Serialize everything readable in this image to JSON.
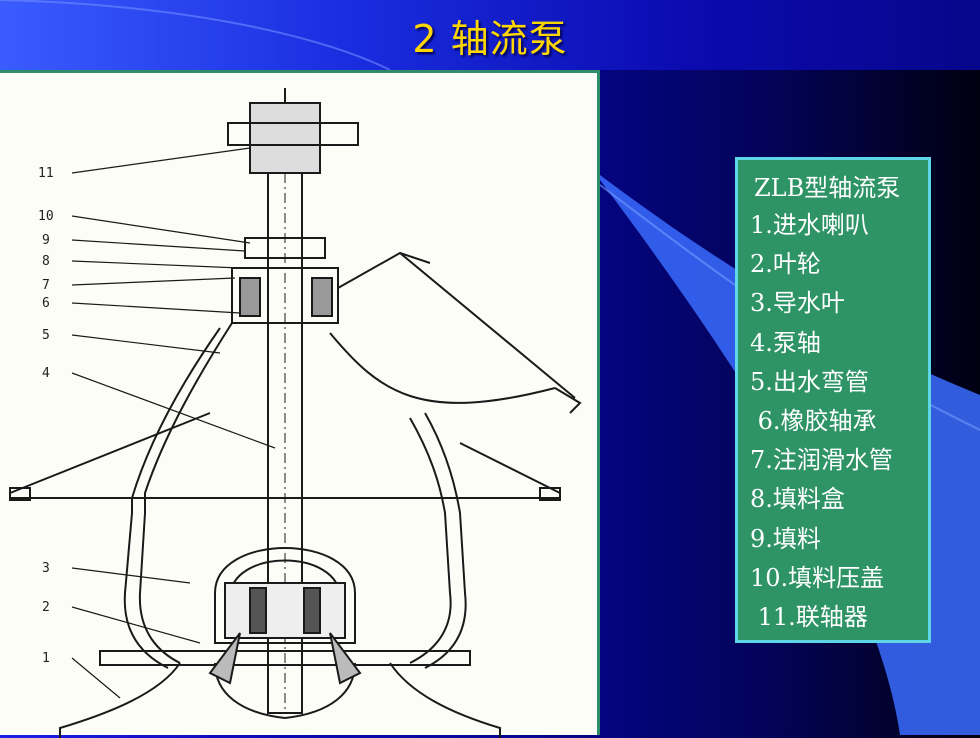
{
  "slide": {
    "title": "2 轴流泵"
  },
  "figure": {
    "callouts": [
      "11",
      "10",
      "9",
      "8",
      "7",
      "6",
      "5",
      "4",
      "3",
      "2",
      "1"
    ]
  },
  "legend": {
    "title": "ZLB型轴流泵",
    "items": [
      "1.进水喇叭",
      "2.叶轮",
      "3.导水叶",
      "4.泵轴",
      "5.出水弯管",
      " 6.橡胶轴承",
      "7.注润滑水管",
      "8.填料盒",
      "9.填料",
      "10.填料压盖",
      " 11.联轴器"
    ]
  },
  "colors": {
    "title": "#ffd700",
    "legend_bg": "#2e9466",
    "legend_border": "#5fd6e8",
    "figure_border": "#2f8c6b"
  }
}
